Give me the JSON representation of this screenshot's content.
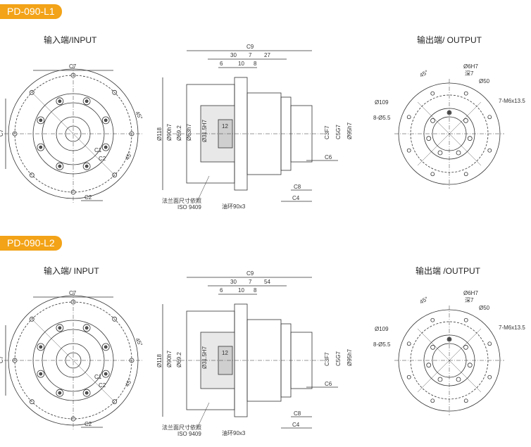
{
  "models": [
    {
      "badge": "PD-090-L1",
      "input_title": "输入端/INPUT",
      "output_title": "输出端/ OUTPUT",
      "input_labels": {
        "c7": "C7",
        "c7_side": "C7",
        "c2": "C2",
        "c1": "C1",
        "c2_small": "C2",
        "angle1": "45°",
        "angle2": "45°"
      },
      "side_labels": {
        "c9": "C9",
        "d30": "30",
        "d7": "7",
        "d27": "27",
        "d6": "6",
        "d10": "10",
        "d8": "8",
        "dia118": "Ø118",
        "dia90": "Ø90h7",
        "dia69": "Ø69.2",
        "dia63": "Ø63h7",
        "dia31": "Ø31.5H7",
        "d12": "12",
        "c3": "C3F7",
        "c5": "C5G7",
        "dia95": "Ø95h7",
        "c6": "C6",
        "c8": "C8",
        "c4": "C4",
        "note_flange1": "法兰面尺寸依照",
        "note_flange2": "ISO 9409",
        "note_ring": "油环90x3"
      },
      "output_labels": {
        "angle": "45°",
        "dia6": "Ø6H7",
        "depth": "深7",
        "dia50": "Ø50",
        "m6": "7-M6x13.5",
        "dia109": "Ø109",
        "holes": "8-Ø5.5"
      }
    },
    {
      "badge": "PD-090-L2",
      "input_title": "输入端/ INPUT",
      "output_title": "输出端 /OUTPUT",
      "input_labels": {
        "c7": "C7",
        "c7_side": "C7",
        "c2": "C2",
        "c1": "C1",
        "c2_small": "C2",
        "angle1": "45°",
        "angle2": "45°"
      },
      "side_labels": {
        "c9": "C9",
        "d30": "30",
        "d7": "7",
        "d54": "54",
        "d6": "6",
        "d10": "10",
        "d8": "8",
        "dia118": "Ø118",
        "dia90": "Ø90h7",
        "dia69": "Ø69.2",
        "dia31": "Ø31.5H7",
        "d12": "12",
        "c3": "C3F7",
        "c5": "C5G7",
        "dia95": "Ø95h7",
        "c6": "C6",
        "c8": "C8",
        "c4": "C4",
        "note_flange1": "法兰面尺寸依照",
        "note_flange2": "ISO 9409",
        "note_ring": "油环90x3"
      },
      "output_labels": {
        "angle": "45°",
        "dia6": "Ø6H7",
        "depth": "深7",
        "dia50": "Ø50",
        "m6": "7-M6x13.5",
        "dia109": "Ø109",
        "holes": "8-Ø5.5"
      }
    }
  ],
  "colors": {
    "badge": "#f3a317",
    "line": "#333333"
  }
}
